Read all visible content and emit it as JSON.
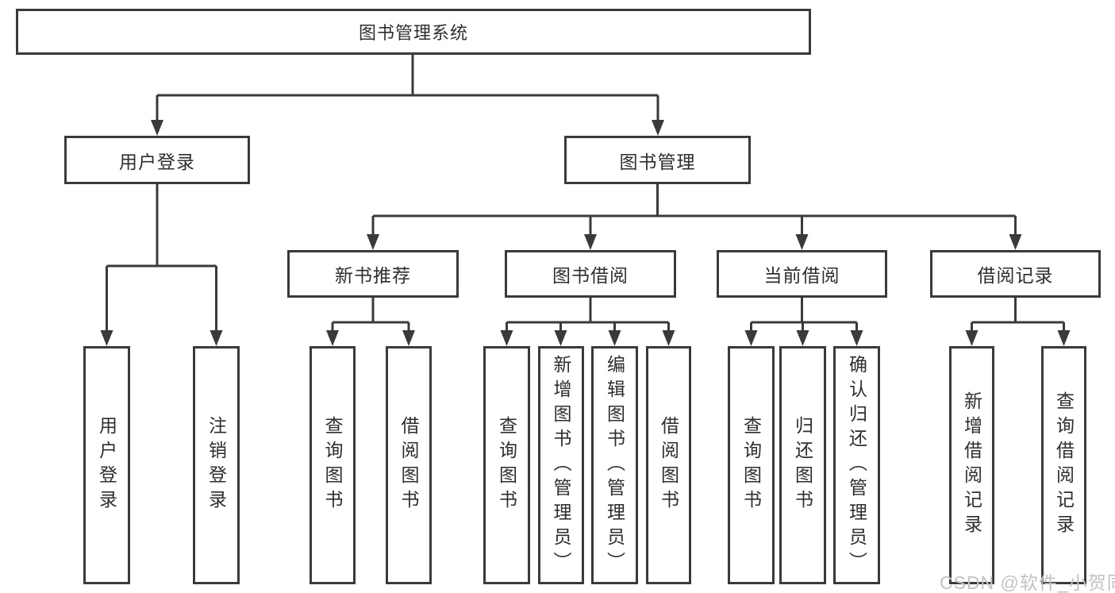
{
  "diagram": {
    "root": {
      "label": "图书管理系统"
    },
    "level2": {
      "user_login": {
        "label": "用户登录"
      },
      "book_management": {
        "label": "图书管理"
      }
    },
    "level3": {
      "new_book_recommend": {
        "label": "新书推荐"
      },
      "book_borrow": {
        "label": "图书借阅"
      },
      "current_borrow": {
        "label": "当前借阅"
      },
      "borrow_records": {
        "label": "借阅记录"
      }
    },
    "leaves": {
      "login": {
        "label": "用户登录"
      },
      "logout": {
        "label": "注销登录"
      },
      "rec_query": {
        "label": "查询图书"
      },
      "rec_borrow": {
        "label": "借阅图书"
      },
      "bb_query": {
        "label": "查询图书"
      },
      "bb_add": {
        "label": "新增图书（管理员）"
      },
      "bb_edit": {
        "label": "编辑图书（管理员）"
      },
      "bb_borrow": {
        "label": "借阅图书"
      },
      "cb_query": {
        "label": "查询图书"
      },
      "cb_return": {
        "label": "归还图书"
      },
      "cb_confirm": {
        "label": "确认归还（管理员）"
      },
      "br_add": {
        "label": "新增借阅记录"
      },
      "br_query": {
        "label": "查询借阅记录"
      }
    }
  },
  "watermark": {
    "text": "CSDN @软件_小贺同学",
    "color": "#c2c2c2"
  },
  "colors": {
    "line": "#3a3a3a",
    "border": "#3a3a3a",
    "text": "#2e2e2e",
    "background": "#ffffff"
  }
}
